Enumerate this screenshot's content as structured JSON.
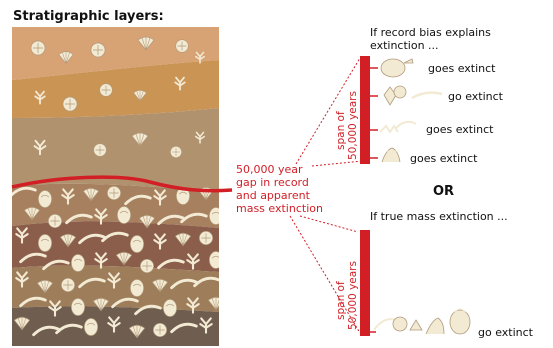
{
  "title": "Stratigraphic layers:",
  "gap_label": [
    "50,000 year",
    "gap in record",
    "and apparent",
    "mass extinction"
  ],
  "bias": {
    "heading": [
      "If record bias explains",
      "extinction ..."
    ],
    "span_label": [
      "span of",
      "50,000 years"
    ],
    "items": [
      "goes extinct",
      "go extinct",
      "goes extinct",
      "goes extinct"
    ]
  },
  "or_label": "OR",
  "mass": {
    "heading": "If true mass extinction ...",
    "span_label": [
      "span of",
      "50,000 years"
    ],
    "item": "go extinct"
  },
  "colors": {
    "accent_red": "#d21f26",
    "layers": [
      "#d7a274",
      "#ca9455",
      "#b1926e",
      "#a6805f",
      "#8b5e4c",
      "#9e7d5a",
      "#6f5e50"
    ],
    "fossil": "#f3ead4",
    "fossil_outline": "#b09a7a"
  },
  "icons": [
    "snail-fossil-icon",
    "shell-fossil-icon",
    "coral-fossil-icon",
    "worm-fossil-icon",
    "sea-lily-fossil-icon"
  ]
}
